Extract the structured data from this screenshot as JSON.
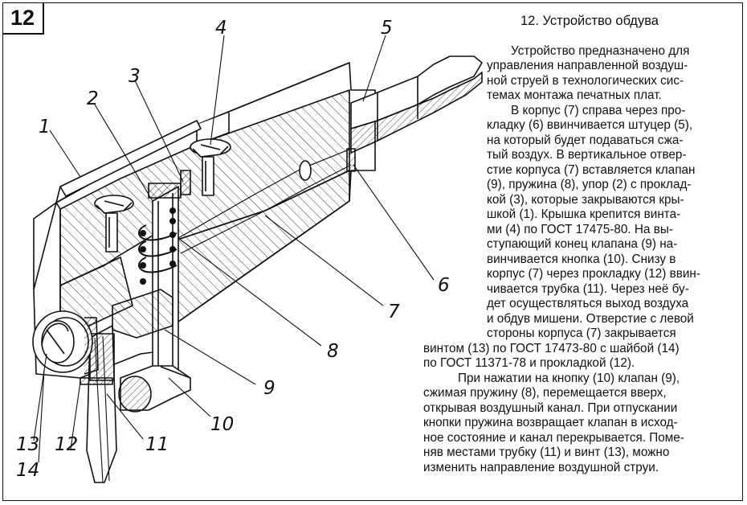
{
  "page_number": "12",
  "title": "12. Устройство обдува",
  "callouts": [
    "1",
    "2",
    "3",
    "4",
    "5",
    "6",
    "7",
    "8",
    "9",
    "10",
    "11",
    "12",
    "13",
    "14"
  ],
  "text_top_lines": [
    "Устройство предназначено для",
    "управления направленной воздуш-",
    "ной струей в технологических сис-",
    "темах монтажа печатных плат.",
    "В корпус (7) справа через про-",
    "кладку (6) ввинчивается штуцер (5),",
    "на который будет подаваться сжа-",
    "тый воздух. В вертикальное отвер-",
    "стие корпуса (7) вставляется клапан",
    "(9), пружина (8), упор (2) с проклад-",
    "кой (3), которые закрываются кры-",
    "шкой (1). Крышка крепится винта-",
    "ми (4) по ГОСТ 17475-80. На вы-",
    "ступающий конец клапана (9) на-",
    "винчивается кнопка (10). Снизу в",
    "корпус (7) через прокладку (12) ввин-",
    "чивается трубка (11). Через неё бу-",
    "дет осуществляться выход воздуха",
    "и обдув мишени. Отверстие с левой",
    "стороны корпуса (7) закрывается"
  ],
  "text_bottom_lines": [
    "винтом (13) по ГОСТ 17473-80 с шайбой (14)",
    "по ГОСТ 11371-78 и прокладкой (12).",
    "При нажатии на кнопку (10) клапан (9),",
    "сжимая пружину (8), перемещается вверх,",
    "открывая воздушный канал. При отпускании",
    "кнопки пружина возвращает клапан в исход-",
    "ное состояние и канал перекрывается. Поме-",
    "няв местами трубку (11) и винт (13), можно",
    "изменить направление воздушной струи."
  ]
}
